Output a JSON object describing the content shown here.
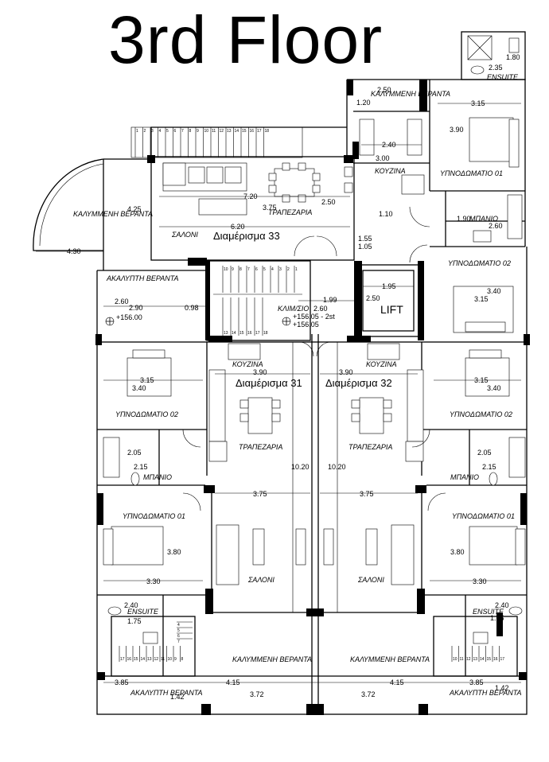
{
  "title": "3rd Floor",
  "apartments": {
    "a33": "Διαμέρισμα 33",
    "a31": "Διαμέρισμα 31",
    "a32": "Διαμέρισμα 32"
  },
  "lift": "LIFT",
  "rooms": {
    "ensuite_top": "ENSUITE",
    "veranta_top": "ΚΑΛΥΜΜΕΝΗ ΒΕΡΑΝΤΑ",
    "bedroom_01_top": "ΥΠΝΟΔΩΜΑΤΙΟ 01",
    "kouzina_33": "ΚΟΥΖΙΝΑ",
    "bath_top": "ΜΠΑΝΙΟ",
    "bedroom_02_top": "ΥΠΝΟΔΩΜΑΤΙΟ 02",
    "trapezaria_33": "ΤΡΑΠΕΖΑΡΙΑ",
    "saloni_33": "ΣΑΛΟΝΙ",
    "veranta_left": "ΚΑΛΥΜΜΕΝΗ ΒΕΡΑΝΤΑ",
    "akalypti_top": "ΑΚΑΛΥΠΤΗ ΒΕΡΑΝΤΑ",
    "klimakostasio": "ΚΛΙΜ/ΣΙΟ",
    "kouzina_31": "ΚΟΥΖΙΝΑ",
    "kouzina_32": "ΚΟΥΖΙΝΑ",
    "bedroom_02_31": "ΥΠΝΟΔΩΜΑΤΙΟ 02",
    "bedroom_02_32": "ΥΠΝΟΔΩΜΑΤΙΟ 02",
    "trapezaria_31": "ΤΡΑΠΕΖΑΡΙΑ",
    "trapezaria_32": "ΤΡΑΠΕΖΑΡΙΑ",
    "bath_31": "ΜΠΑΝΙΟ",
    "bath_32": "ΜΠΑΝΙΟ",
    "bedroom_01_31": "ΥΠΝΟΔΩΜΑΤΙΟ 01",
    "bedroom_01_32": "ΥΠΝΟΔΩΜΑΤΙΟ 01",
    "saloni_31": "ΣΑΛΟΝΙ",
    "saloni_32": "ΣΑΛΟΝΙ",
    "ensuite_31": "ENSUITE",
    "ensuite_32": "ENSUITE",
    "veranta_31": "ΚΑΛΥΜΜΕΝΗ ΒΕΡΑΝΤΑ",
    "veranta_32": "ΚΑΛΥΜΜΕΝΗ ΒΕΡΑΝΤΑ",
    "akalypti_31": "ΑΚΑΛΥΠΤΗ ΒΕΡΑΝΤΑ",
    "akalypti_32": "ΑΚΑΛΥΠΤΗ ΒΕΡΑΝΤΑ"
  },
  "dims": {
    "d180": "1.80",
    "d235": "2.35",
    "d250a": "2.50",
    "d120": "1.20",
    "d315a": "3.15",
    "d390a": "3.90",
    "d240a": "2.40",
    "d300": "3.00",
    "d110": "1.10",
    "d190": "1.90",
    "d260a": "2.60",
    "d155": "1.55",
    "d105": "1.05",
    "d340a": "3.40",
    "d315b": "3.15",
    "d425": "4.25",
    "d720": "7.20",
    "d375a": "3.75",
    "d250b": "2.50",
    "d620": "6.20",
    "d430": "4.30",
    "d260b": "2.60",
    "d290": "2.90",
    "d098": "0.98",
    "lvl1": "+156.00",
    "d199": "1.99",
    "d260c": "2.60",
    "d195": "1.95",
    "d250c": "2.50",
    "lvl2": "+156.05 - 2st",
    "lvl3": "+156.05",
    "d315c": "3.15",
    "d340b": "3.40",
    "d390b": "3.90",
    "d390c": "3.90",
    "d315d": "3.15",
    "d340c": "3.40",
    "d205a": "2.05",
    "d215a": "2.15",
    "d205b": "2.05",
    "d215b": "2.15",
    "d1020a": "10.20",
    "d1020b": "10.20",
    "d375b": "3.75",
    "d375c": "3.75",
    "d380a": "3.80",
    "d380b": "3.80",
    "d330a": "3.30",
    "d330b": "3.30",
    "d240b": "2.40",
    "d175a": "1.75",
    "d240c": "2.40",
    "d175b": "1.75",
    "d385a": "3.85",
    "d415a": "4.15",
    "d415b": "4.15",
    "d385b": "3.85",
    "d142a": "1.42",
    "d372a": "3.72",
    "d372b": "3.72",
    "d142b": "1.42"
  },
  "stairs_numbers": {
    "top_run": [
      "1",
      "2",
      "3",
      "4",
      "5",
      "6",
      "7",
      "8",
      "9",
      "10",
      "11",
      "12",
      "13",
      "14",
      "15",
      "16",
      "17",
      "18"
    ],
    "core_top": [
      "10",
      "9",
      "8",
      "7",
      "6",
      "5",
      "4",
      "3",
      "2",
      "1"
    ],
    "core_bottom": [
      "13",
      "14",
      "15",
      "16",
      "17",
      "18"
    ],
    "left_bottom": [
      "17",
      "16",
      "15",
      "14",
      "13",
      "12",
      "11",
      "10",
      "9",
      "8"
    ],
    "left_side": [
      "4",
      "5",
      "6",
      "7"
    ],
    "right_bottom": [
      "10",
      "11",
      "12",
      "13",
      "14",
      "15",
      "16",
      "17"
    ]
  }
}
